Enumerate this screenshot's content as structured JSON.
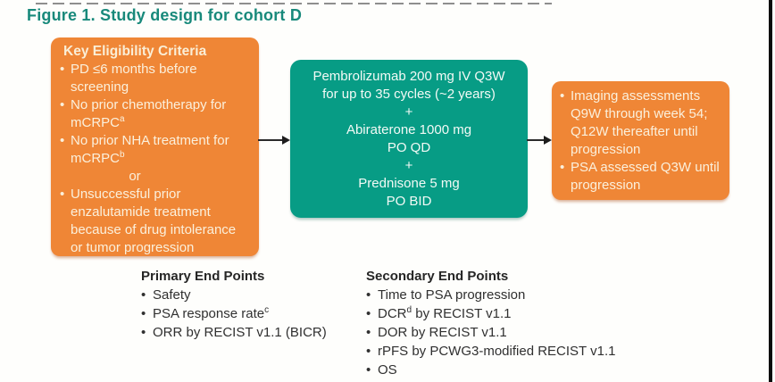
{
  "title": "Figure 1. Study design for cohort D",
  "glyphs": {
    "bullet": "•"
  },
  "colors": {
    "title_teal": "#18897b",
    "box_orange": "#ef8636",
    "box_teal": "#079c85",
    "box_text_cream": "#fbf0dc",
    "arrow_black": "#2a2a2a",
    "endpoint_text": "#303030"
  },
  "eligibility": {
    "header": "Key Eligibility Criteria",
    "b1": {
      "pre": "PD ≤6 months before screening",
      "sup": "",
      "post": ""
    },
    "b2": {
      "pre": "No prior chemotherapy for mCRPC",
      "sup": "a",
      "post": ""
    },
    "b3": {
      "pre": "No prior NHA treatment for mCRPC",
      "sup": "b",
      "post": ""
    },
    "or_label": "or",
    "b4": {
      "pre": "Unsuccessful prior enzalutamide treatment because of drug intolerance or tumor progression",
      "sup": "",
      "post": ""
    }
  },
  "treatment": {
    "lines": [
      "Pembrolizumab 200 mg IV Q3W",
      "for up to 35 cycles (~2 years)",
      "+",
      "Abiraterone 1000 mg",
      "PO QD",
      "+",
      "Prednisone 5 mg",
      "PO BID"
    ]
  },
  "assessments": {
    "b1": "Imaging assessments Q9W through week 54; Q12W thereafter until progression",
    "b2": "PSA assessed Q3W until progression"
  },
  "primary": {
    "header": "Primary End Points",
    "b1": {
      "pre": "Safety",
      "sup": "",
      "post": ""
    },
    "b2": {
      "pre": "PSA response rate",
      "sup": "c",
      "post": ""
    },
    "b3": {
      "pre": "ORR by RECIST v1.1 (BICR)",
      "sup": "",
      "post": ""
    }
  },
  "secondary": {
    "header": "Secondary End Points",
    "b1": {
      "pre": "Time to PSA progression",
      "sup": "",
      "post": ""
    },
    "b2": {
      "pre": "DCR",
      "sup": "d",
      "post": " by RECIST v1.1"
    },
    "b3": {
      "pre": "DOR by RECIST v1.1",
      "sup": "",
      "post": ""
    },
    "b4": {
      "pre": "rPFS by PCWG3-modified RECIST v1.1",
      "sup": "",
      "post": ""
    },
    "b5": {
      "pre": "OS",
      "sup": "",
      "post": ""
    }
  }
}
